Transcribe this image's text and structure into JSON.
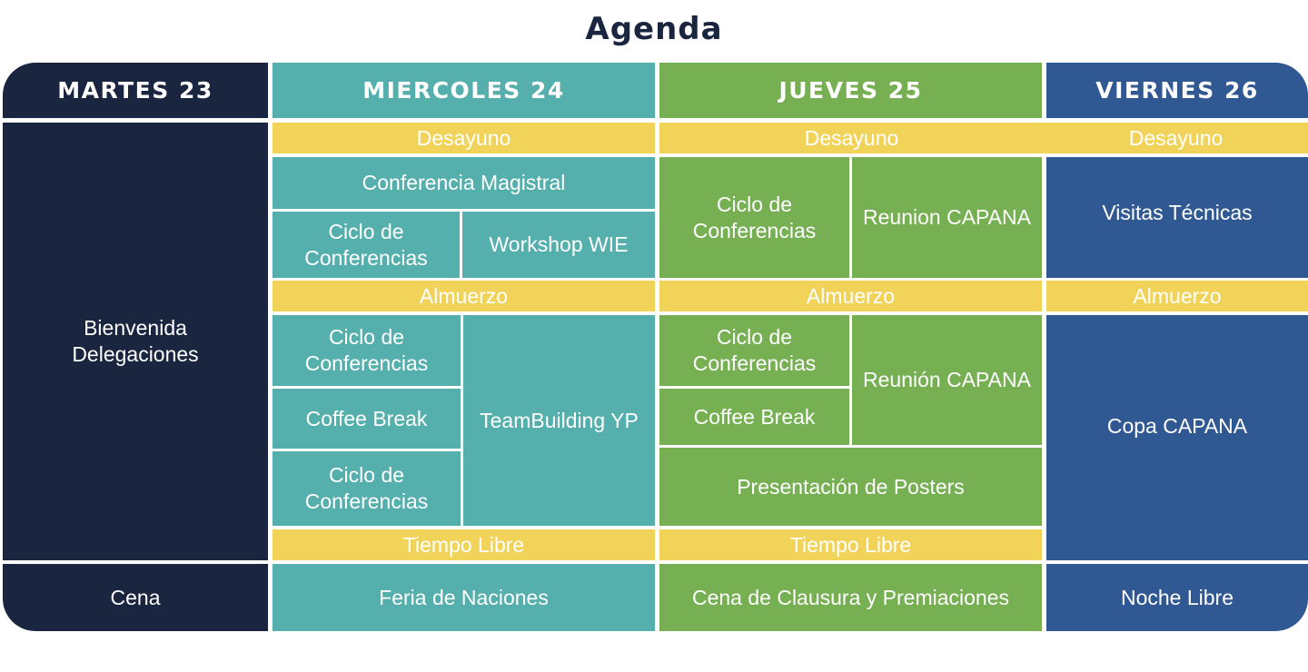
{
  "title": "Agenda",
  "colors": {
    "navy": "#1a2540",
    "teal": "#55afac",
    "green": "#76b052",
    "blue": "#305892",
    "yellow": "#f2d359"
  },
  "days": {
    "martes": {
      "header": "MARTES 23",
      "bienvenida": "Bienvenida Delegaciones",
      "cena": "Cena"
    },
    "miercoles": {
      "header": "MIERCOLES 24",
      "desayuno": "Desayuno",
      "conferencia_magistral": "Conferencia Magistral",
      "ciclo_1": "Ciclo de Conferencias",
      "workshop": "Workshop WIE",
      "almuerzo": "Almuerzo",
      "ciclo_2": "Ciclo de Conferencias",
      "coffee": "Coffee Break",
      "ciclo_3": "Ciclo de Conferencias",
      "teambuilding": "TeamBuilding YP",
      "tiempo_libre": "Tiempo Libre",
      "feria": "Feria de Naciones"
    },
    "jueves": {
      "header": "JUEVES 25",
      "desayuno": "Desayuno",
      "ciclo_1": "Ciclo de Conferencias",
      "reunion_1": "Reunion CAPANA",
      "almuerzo": "Almuerzo",
      "ciclo_2": "Ciclo de Conferencias",
      "coffee": "Coffee Break",
      "reunion_2": "Reunión CAPANA",
      "posters": "Presentación de Posters",
      "tiempo_libre": "Tiempo Libre",
      "cena_clausura": "Cena de Clausura y Premiaciones"
    },
    "viernes": {
      "header": "VIERNES 26",
      "desayuno": "Desayuno",
      "visitas": "Visitas Técnicas",
      "almuerzo": "Almuerzo",
      "copa": "Copa CAPANA",
      "noche": "Noche Libre"
    }
  }
}
